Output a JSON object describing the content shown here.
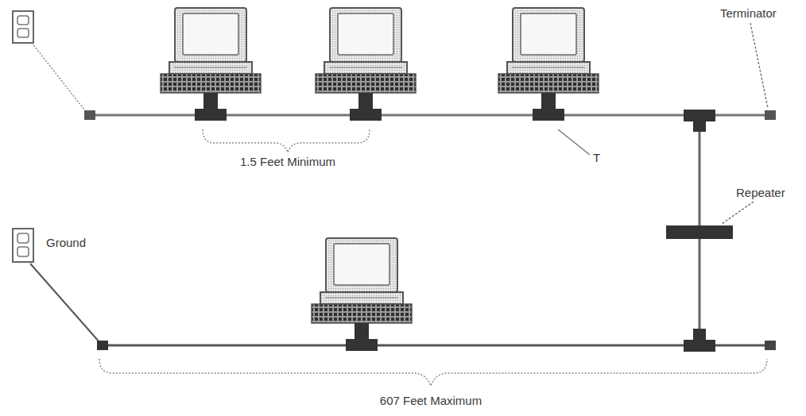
{
  "diagram": {
    "labels": [
      "Terminator",
      "1.5 Feet Minimum",
      "T",
      "Repeater",
      "Ground",
      "607 Feet Maximum"
    ]
  }
}
